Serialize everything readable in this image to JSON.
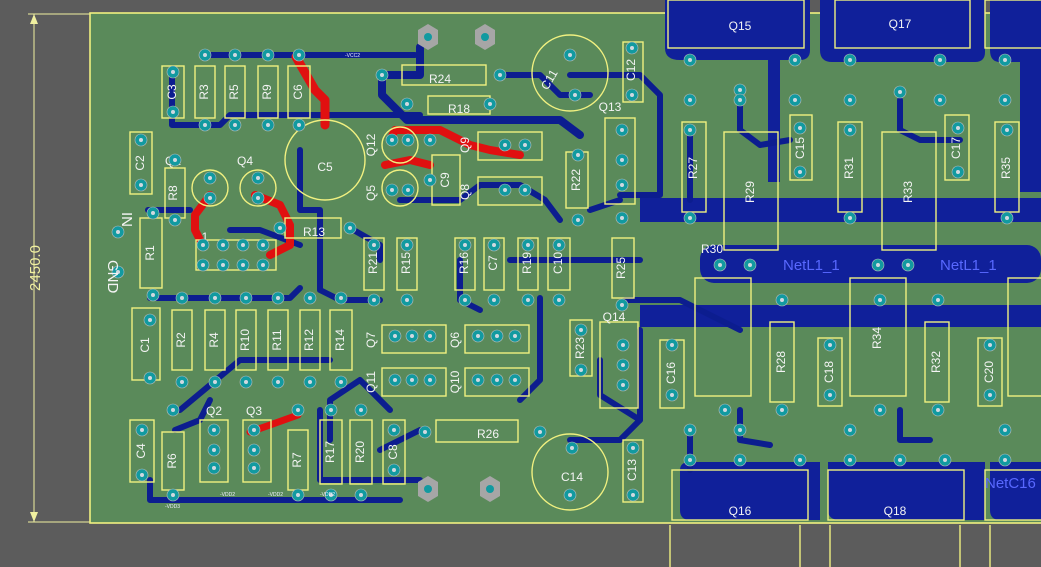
{
  "board": {
    "dimension_label": "2450.0",
    "colors": {
      "background": "#5c5c5c",
      "board": "#5a8a5a",
      "copper": "#0c1d8f",
      "top_trace": "#e01010",
      "silkscreen": "#f0f080",
      "pad": "#129aa0"
    }
  },
  "connectors": {
    "in_label": "IN",
    "gnd_label": "GND"
  },
  "components": [
    {
      "id": "C3",
      "label": "C3"
    },
    {
      "id": "R3",
      "label": "R3"
    },
    {
      "id": "R5",
      "label": "R5"
    },
    {
      "id": "R9",
      "label": "R9"
    },
    {
      "id": "C6",
      "label": "C6"
    },
    {
      "id": "C5",
      "label": "C5"
    },
    {
      "id": "R24",
      "label": "R24"
    },
    {
      "id": "R18",
      "label": "R18"
    },
    {
      "id": "C11",
      "label": "C11"
    },
    {
      "id": "C12",
      "label": "C12"
    },
    {
      "id": "Q13",
      "label": "Q13"
    },
    {
      "id": "C2",
      "label": "C2"
    },
    {
      "id": "Q1",
      "label": "Q1"
    },
    {
      "id": "Q4",
      "label": "Q4"
    },
    {
      "id": "R8",
      "label": "R8"
    },
    {
      "id": "R1",
      "label": "R1"
    },
    {
      "id": "R13",
      "label": "R13"
    },
    {
      "id": "Q12",
      "label": "Q12"
    },
    {
      "id": "Q5",
      "label": "Q5"
    },
    {
      "id": "C9",
      "label": "C9"
    },
    {
      "id": "Q9",
      "label": "Q9"
    },
    {
      "id": "Q8",
      "label": "Q8"
    },
    {
      "id": "R22",
      "label": "R22"
    },
    {
      "id": "R21",
      "label": "R21"
    },
    {
      "id": "R15",
      "label": "R15"
    },
    {
      "id": "R16",
      "label": "R16"
    },
    {
      "id": "C7",
      "label": "C7"
    },
    {
      "id": "R19",
      "label": "R19"
    },
    {
      "id": "C10",
      "label": "C10"
    },
    {
      "id": "R25",
      "label": "R25"
    },
    {
      "id": "C1",
      "label": "C1"
    },
    {
      "id": "R2",
      "label": "R2"
    },
    {
      "id": "R4",
      "label": "R4"
    },
    {
      "id": "R10",
      "label": "R10"
    },
    {
      "id": "R11",
      "label": "R11"
    },
    {
      "id": "R12",
      "label": "R12"
    },
    {
      "id": "R14",
      "label": "R14"
    },
    {
      "id": "Q7",
      "label": "Q7"
    },
    {
      "id": "Q6",
      "label": "Q6"
    },
    {
      "id": "Q11",
      "label": "Q11"
    },
    {
      "id": "Q10",
      "label": "Q10"
    },
    {
      "id": "R23",
      "label": "R23"
    },
    {
      "id": "Q14",
      "label": "Q14"
    },
    {
      "id": "Q2",
      "label": "Q2"
    },
    {
      "id": "Q3",
      "label": "Q3"
    },
    {
      "id": "C4",
      "label": "C4"
    },
    {
      "id": "R6",
      "label": "R6"
    },
    {
      "id": "R7",
      "label": "R7"
    },
    {
      "id": "R17",
      "label": "R17"
    },
    {
      "id": "R20",
      "label": "R20"
    },
    {
      "id": "C8",
      "label": "C8"
    },
    {
      "id": "R26",
      "label": "R26"
    },
    {
      "id": "C14",
      "label": "C14"
    },
    {
      "id": "C13",
      "label": "C13"
    },
    {
      "id": "Q15",
      "label": "Q15"
    },
    {
      "id": "Q17",
      "label": "Q17"
    },
    {
      "id": "R27",
      "label": "R27"
    },
    {
      "id": "R29",
      "label": "R29"
    },
    {
      "id": "C15",
      "label": "C15"
    },
    {
      "id": "R31",
      "label": "R31"
    },
    {
      "id": "R33",
      "label": "R33"
    },
    {
      "id": "C17",
      "label": "C17"
    },
    {
      "id": "R35",
      "label": "R35"
    },
    {
      "id": "R30",
      "label": "R30"
    },
    {
      "id": "R28",
      "label": "R28"
    },
    {
      "id": "R34",
      "label": "R34"
    },
    {
      "id": "R32",
      "label": "R32"
    },
    {
      "id": "C16",
      "label": "C16"
    },
    {
      "id": "C18",
      "label": "C18"
    },
    {
      "id": "C20",
      "label": "C20"
    },
    {
      "id": "Q16",
      "label": "Q16"
    },
    {
      "id": "Q18",
      "label": "Q18"
    },
    {
      "id": "U1",
      "label": "1"
    }
  ],
  "nets": {
    "netL1_a": "NetL1_1",
    "netL1_b": "NetL1_1",
    "netC16": "NetC16",
    "vcc2": "-VCC2",
    "vdd2": "-VDD2",
    "vdd2b": "-VDD2",
    "vdd2c": "-VDD2",
    "vdd3": "-VDD3"
  }
}
